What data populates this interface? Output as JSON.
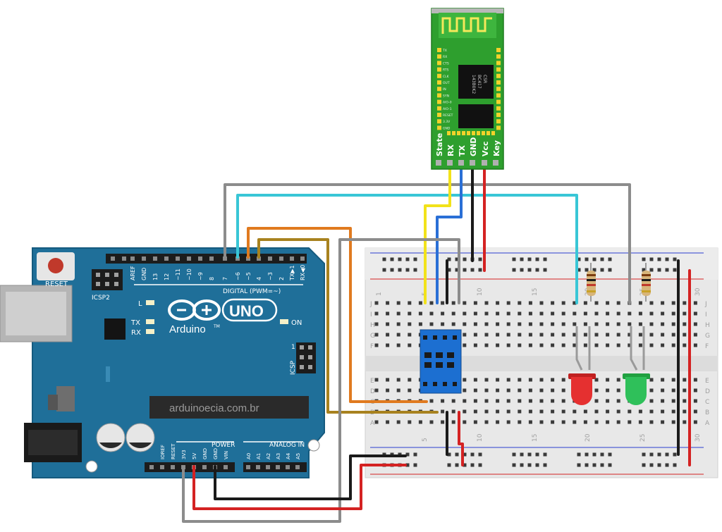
{
  "bluetooth_module": {
    "pins": [
      "State",
      "RX",
      "TX",
      "GND",
      "Vcc",
      "Key"
    ],
    "board_pins": [
      "TX",
      "RX",
      "CTS",
      "RTS",
      "CLK",
      "OUT",
      "IN",
      "SYN",
      "AIO-0",
      "AIO-1",
      "RESET",
      "3.3V",
      "GND"
    ],
    "chip_lines": [
      "CSR",
      "BC417",
      "143B0K2"
    ]
  },
  "arduino": {
    "brand": "Arduino",
    "model": "UNO",
    "tm": "TM",
    "reset_label": "RESET",
    "icsp2_label": "ICSP2",
    "icsp_label": "ICSP",
    "icsp_pin1": "1",
    "l_label": "L",
    "tx_label": "TX",
    "rx_label": "RX",
    "on_label": "ON",
    "digital_label": "DIGITAL (PWM=~)",
    "power_label": "POWER",
    "analog_label": "ANALOG IN",
    "watermark": "arduinoecia.com.br",
    "digital_pins": [
      "AREF",
      "GND",
      "13",
      "12",
      "~11",
      "~10",
      "~9",
      "8",
      "7",
      "~6",
      "~5",
      "4",
      "~3",
      "2",
      "TX▶1",
      "RX◀0"
    ],
    "power_pins": [
      "IOREF",
      "RESET",
      "3V3",
      "5V",
      "GND",
      "GND",
      "VIN"
    ],
    "analog_pins": [
      "A0",
      "A1",
      "A2",
      "A3",
      "A4",
      "A5"
    ]
  },
  "breadboard": {
    "col_numbers": [
      "1",
      "5",
      "10",
      "15",
      "20",
      "25",
      "30"
    ],
    "row_letters_top": [
      "J",
      "I",
      "H",
      "G",
      "F"
    ],
    "row_letters_bottom": [
      "E",
      "D",
      "C",
      "B",
      "A"
    ]
  },
  "colors": {
    "board_blue": "#1f6f99",
    "bt_green": "#2e9f2e",
    "wire_yellow": "#f2e21a",
    "wire_blue": "#2a6fd6",
    "wire_black": "#1a1a1a",
    "wire_red": "#d42222",
    "wire_gray": "#8c8c8c",
    "wire_cyan": "#39c6d6",
    "wire_orange": "#e07a1f",
    "wire_olive": "#a8821f",
    "led_red": "#e53030",
    "led_green": "#2fc05a"
  }
}
